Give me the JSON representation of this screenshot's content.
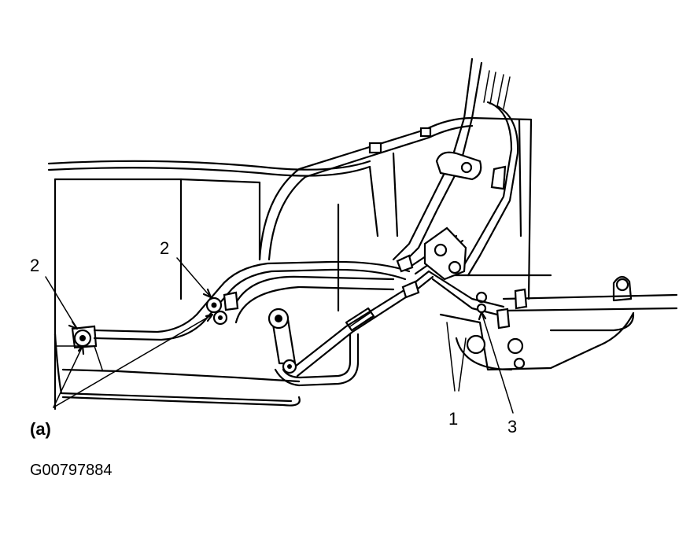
{
  "callouts": {
    "label_1": "1",
    "label_2_left": "2",
    "label_2_mid": "2",
    "label_3": "3",
    "label_a": "(a)"
  },
  "figure_code": "G00797884"
}
